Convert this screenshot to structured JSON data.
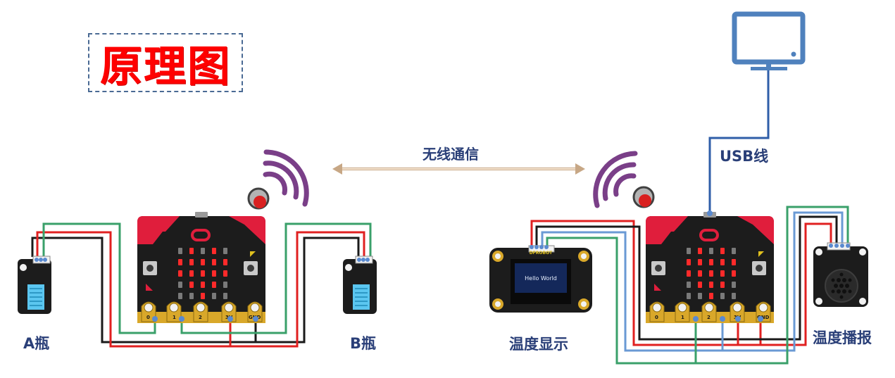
{
  "title": "原理图",
  "labels": {
    "wireless": "无线通信",
    "usb": "USB线",
    "bottle_a": "A瓶",
    "bottle_b": "B瓶",
    "display": "温度显示",
    "speaker": "温度播报"
  },
  "oled_text": "Hello World",
  "oled_brand": "DFROBOT",
  "pins": [
    "0",
    "1",
    "2",
    "3V",
    "GND"
  ],
  "colors": {
    "title": "#ff0000",
    "label": "#2a3f78",
    "wire_red": "#e02020",
    "wire_black": "#1a1a1a",
    "wire_green": "#3aa06a",
    "wire_blue": "#6a9ad4",
    "usb_cable": "#2f5ea8",
    "monitor": "#4f81bd",
    "radio_arc": "#7a3f88",
    "board": "#1c1c1c",
    "gold": "#d4a520",
    "led": "#ff2a2a"
  }
}
